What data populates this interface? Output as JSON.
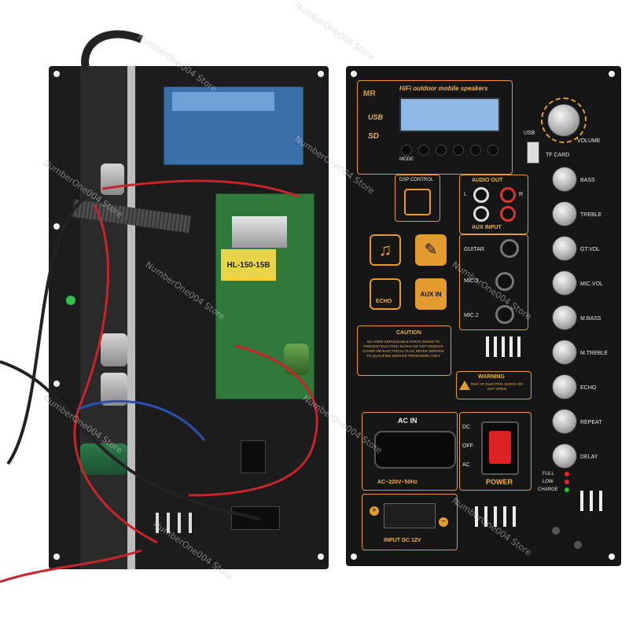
{
  "panel": {
    "header_title": "HiFi outdoor mobile speakers",
    "brand_mark": "MR",
    "usb_logo": "USB",
    "sd_logo": "SD",
    "usb_label": "USB",
    "tf_card_label": "TF CARD",
    "volume_label": "VOLUME",
    "mode_label": "MODE",
    "dsp_label": "DSP CONTROL",
    "audio_out_label": "AUDIO OUT",
    "aux_input_label": "AUX INPUT",
    "rca_l": "L",
    "rca_r": "R",
    "guitar_label": "GUITAR",
    "mic1_label": "MIC.1",
    "mic2_label": "MIC.2",
    "echo_label": "ECHO",
    "aux_in_label": "AUX IN",
    "caution_title": "CAUTION",
    "caution_text": "NO USER SERVICEABLE PARTS INSIDE TO PREVENT ELECTRIC SHOCK DO NOT REMOVE COVER OR ELECTRICAL PLUG REFER SERVICE TO QUALIFIED SERVICE PERSONNEL ONLY",
    "warning_title": "WARNING",
    "warning_text": "RISK OF ELECTRIC SHOCK DO NOT OPEN",
    "ac_in_label": "AC IN",
    "ac_rating": "AC~220V~50Hz",
    "dc_label": "DC",
    "off_label": "OFF",
    "ac_label": "AC",
    "power_label": "POWER",
    "input_dc_label": "INPUT DC 12V",
    "full_label": "FULL",
    "low_label": "LOW",
    "charge_label": "CHARGE",
    "knobs": [
      "BASS",
      "TREBLE",
      "GT.VOL",
      "MIC.VOL",
      "M.BASS",
      "M.TREBLE",
      "ECHO",
      "REPEAT",
      "DELAY"
    ]
  },
  "board": {
    "psu_label": "HL-150-15B"
  },
  "watermark": "NumberOne004 Store",
  "colors": {
    "accent": "#e39a2e",
    "board": "#1c1c1c",
    "psu_pcb": "#2f7a3b",
    "transformer": "#e8d44a",
    "display_pcb": "#3a6fa8",
    "lcd": "#6fa3d8",
    "wire_red": "#c8242a",
    "wire_blue": "#2a4fb0"
  }
}
